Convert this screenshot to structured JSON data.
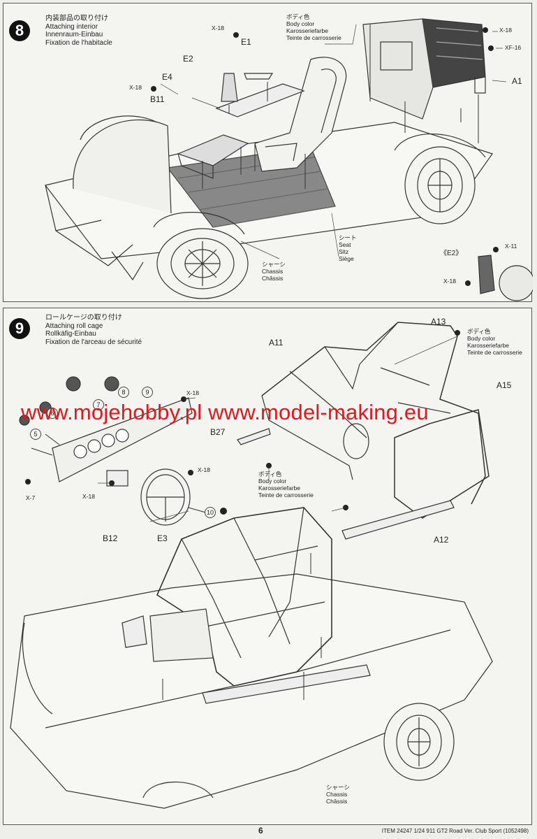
{
  "step8": {
    "number": "8",
    "title": [
      "内装部品の取り付け",
      "Attaching interior",
      "Innenraum-Einbau",
      "Fixation de l'habitacle"
    ],
    "body_color": [
      "ボディ色",
      "Body color",
      "Karosseriefarbe",
      "Teinte de carrosserie"
    ],
    "parts": {
      "x18_top": "X-18",
      "e1": "E1",
      "e2": "E2",
      "e4": "E4",
      "x18_left": "X-18",
      "b11": "B11",
      "x18_right": "X-18",
      "xf16": "XF-16",
      "a1": "A1",
      "e2_detail": "《E2》",
      "x11": "X-11",
      "x18_detail": "X-18"
    },
    "seat": [
      "シート",
      "Seat",
      "Sitz",
      "Siège"
    ],
    "chassis": [
      "シャーシ",
      "Chassis",
      "Châssis"
    ]
  },
  "step9": {
    "number": "9",
    "title": [
      "ロールケージの取り付け",
      "Attaching roll cage",
      "Rollkäfig-Einbau",
      "Fixation de l'arceau de sécurité"
    ],
    "body_color_top": [
      "ボディ色",
      "Body color",
      "Karosseriefarbe",
      "Teinte de carrosserie"
    ],
    "body_color_mid": [
      "ボディ色",
      "Body color",
      "Karosseriefarbe",
      "Teinte de carrosserie"
    ],
    "parts": {
      "a13": "A13",
      "a11": "A11",
      "a15": "A15",
      "a12": "A12",
      "b27": "B27",
      "x18_dash": "X-18",
      "x18_b12": "X-18",
      "x18_b12b": "X-18",
      "x7": "X-7",
      "b12": "B12",
      "e3": "E3"
    },
    "decals": [
      "5",
      "6",
      "7",
      "8",
      "9",
      "10"
    ],
    "chassis": [
      "シャーシ",
      "Chassis",
      "Châssis"
    ]
  },
  "watermark": "www.mojehobby.pl www.model-making.eu",
  "footer": "ITEM 24247  1/24 911 GT2 Road Ver. Club Sport (1052498)",
  "page_number": "6"
}
